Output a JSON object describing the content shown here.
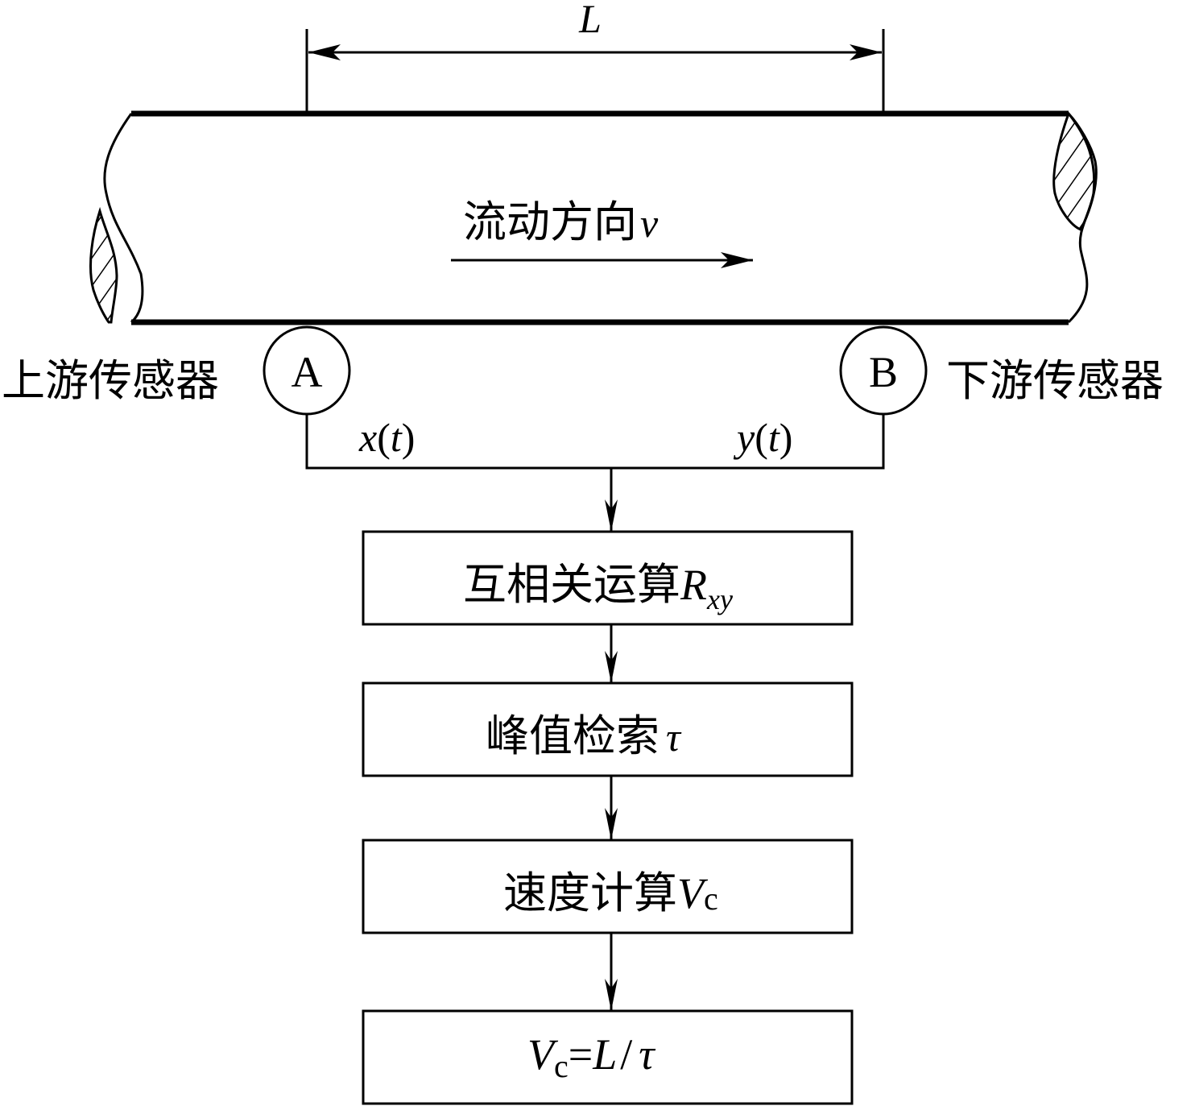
{
  "diagram": {
    "dimension_label": "L",
    "flow_label": {
      "text": "流动方向",
      "var": "v"
    },
    "upstream_sensor": {
      "id": "A",
      "label": "上游传感器",
      "signal": {
        "var": "x",
        "arg": "t"
      }
    },
    "downstream_sensor": {
      "id": "B",
      "label": "下游传感器",
      "signal": {
        "var": "y",
        "arg": "t"
      }
    },
    "steps": [
      {
        "text": "互相关运算",
        "sym": "R",
        "sub": "xy"
      },
      {
        "text": "峰值检索",
        "sym": "τ",
        "sub": ""
      },
      {
        "text": "速度计算",
        "sym": "V",
        "sub": "c"
      }
    ],
    "formula": {
      "lhs": "V",
      "lhs_sub": "c",
      "eq": "=",
      "num": "L",
      "slash": "/",
      "den": "τ"
    },
    "colors": {
      "stroke": "#000000",
      "background": "#ffffff"
    }
  }
}
